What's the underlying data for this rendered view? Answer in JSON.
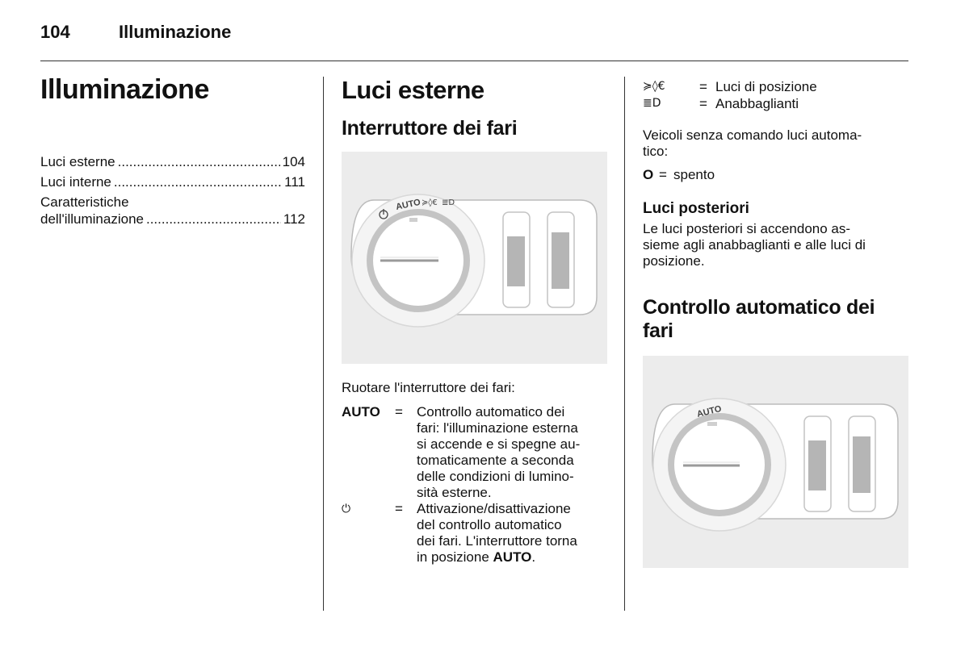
{
  "header": {
    "page_number": "104",
    "title": "Illuminazione"
  },
  "column1": {
    "title": "Illuminazione",
    "toc": [
      {
        "label": "Luci esterne",
        "dots": "......................................................",
        "page": "104"
      },
      {
        "label": "Luci interne",
        "dots": "......................................................",
        "page": "111"
      },
      {
        "label_line1": "Caratteristiche",
        "label_line2": "dell'illuminazione",
        "dots": "......................................................",
        "page": "112"
      }
    ]
  },
  "column2": {
    "heading": "Luci esterne",
    "subheading": "Interruttore dei fari",
    "figure": {
      "labels": [
        "AUTO",
        "≽◊€",
        "≣D"
      ]
    },
    "intro": "Ruotare l'interruttore dei fari:",
    "definitions": [
      {
        "term": "AUTO",
        "eq": "=",
        "lines": [
          "Controllo automatico dei",
          "fari: l'illuminazione esterna",
          "si accende e si spegne au-",
          "tomaticamente a seconda",
          "delle condizioni di lumino-",
          "sità esterne."
        ]
      },
      {
        "term": "⏻",
        "eq": "=",
        "lines": [
          "Attivazione/disattivazione",
          "del controllo automatico",
          "dei fari. L'interruttore torna"
        ],
        "last_pre": "in posizione ",
        "last_bold": "AUTO",
        "last_post": "."
      }
    ]
  },
  "column3": {
    "symbols": [
      {
        "sym": "≽◊€",
        "eq": "=",
        "text": "Luci di posizione"
      },
      {
        "sym": "≣D",
        "eq": "=",
        "text": "Anabbaglianti"
      }
    ],
    "vehicles_text": [
      "Veicoli senza comando luci automa-",
      "tico:"
    ],
    "off_row": {
      "sym": "O",
      "eq": "=",
      "text": "spento"
    },
    "rear_heading": "Luci posteriori",
    "rear_text": [
      "Le luci posteriori si accendono as-",
      "sieme agli anabbaglianti e alle luci di",
      "posizione."
    ],
    "auto_heading_lines": [
      "Controllo automatico dei",
      "fari"
    ],
    "figure": {
      "labels": [
        "AUTO"
      ]
    }
  }
}
